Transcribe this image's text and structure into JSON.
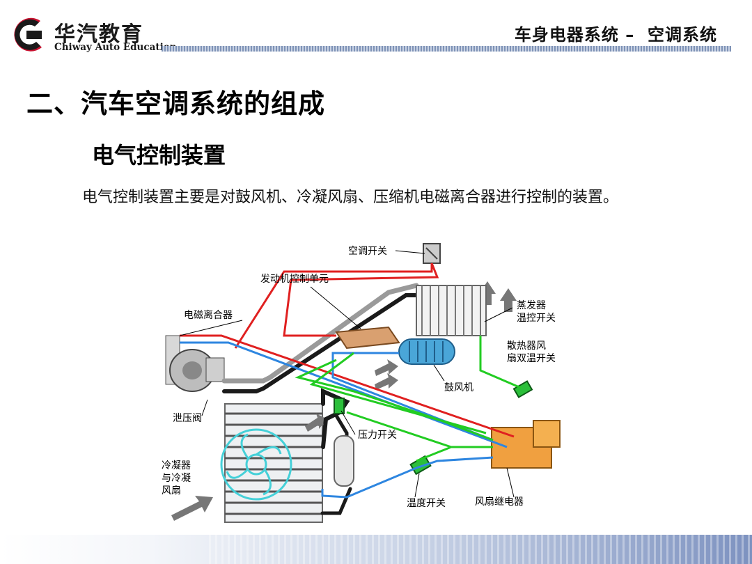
{
  "logo": {
    "name_cn": "华汽教育",
    "name_en": "Chiway Auto Education"
  },
  "header": {
    "title": "车身电器系统 –  空调系统"
  },
  "main_title": "二、汽车空调系统的组成",
  "section_title": "电气控制装置",
  "paragraph": "电气控制装置主要是对鼓风机、冷凝风扇、压缩机电磁离合器进行控制的装置。",
  "diagram": {
    "labels": {
      "ac_switch": "空调开关",
      "ecu": "发动机控制单元",
      "clutch": "电磁离合器",
      "evap_switch_1": "蒸发器",
      "evap_switch_2": "温控开关",
      "radiator_switch_1": "散热器风",
      "radiator_switch_2": "扇双温开关",
      "blower": "鼓风机",
      "relief_valve": "泄压阀",
      "pressure_switch": "压力开关",
      "condenser_1": "冷凝器",
      "condenser_2": "与冷凝",
      "condenser_3": "风扇",
      "temp_switch": "温度开关",
      "fan_relay": "风扇继电器"
    },
    "colors": {
      "red_wire": "#e02020",
      "blue_wire": "#2e86e0",
      "green_wire": "#22cc22",
      "black_pipe": "#1a1a1a",
      "grey_pipe": "#9a9a9a",
      "relay_orange": "#f0a040"
    }
  }
}
